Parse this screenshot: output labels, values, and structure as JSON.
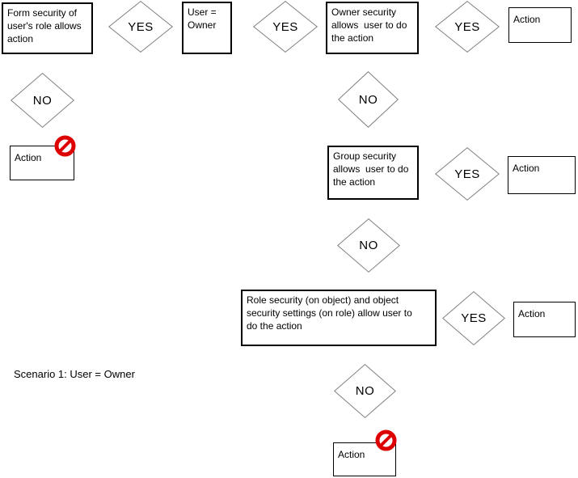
{
  "caption": "Scenario 1: User = Owner",
  "boxes": {
    "form_security": "Form security of\nuser's role allows\naction",
    "user_owner": "User =\nOwner",
    "owner_security": "Owner security\nallows  user to do\nthe action",
    "group_security": "Group security\nallows  user to do\nthe action",
    "role_security": "Role security (on object) and object\nsecurity settings (on role) allow user to\ndo the action",
    "action": "Action"
  },
  "decisions": {
    "yes": "YES",
    "no": "NO"
  },
  "icons": {
    "prohibit": "prohibit-icon (red no-entry circle with slash)"
  },
  "colors": {
    "prohibit_red": "#dd0000",
    "diamond_stroke": "#7f7f7f",
    "box_stroke": "#000000",
    "background": "#ffffff"
  }
}
